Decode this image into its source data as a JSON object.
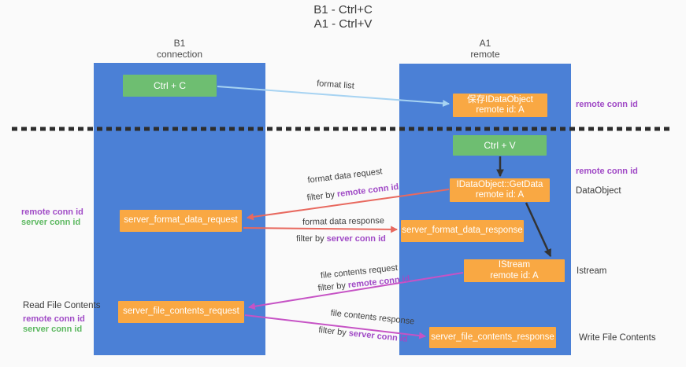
{
  "title": {
    "line1": "B1 - Ctrl+C",
    "line2": "A1 - Ctrl+V"
  },
  "lanes": {
    "left": {
      "name": "B1",
      "role": "connection"
    },
    "right": {
      "name": "A1",
      "role": "remote"
    }
  },
  "nodes": {
    "ctrl_c": {
      "label": "Ctrl + C"
    },
    "save_idataobject": {
      "line1": "保存IDataObject",
      "line2": "remote id: A"
    },
    "ctrl_v": {
      "label": "Ctrl + V"
    },
    "getdata": {
      "line1": "IDataObject::GetData",
      "line2": "remote id: A"
    },
    "server_format_data_request": {
      "label": "server_format_data_request"
    },
    "server_format_data_response": {
      "label": "server_format_data_response"
    },
    "istream": {
      "line1": "IStream",
      "line2": "remote id: A"
    },
    "server_file_contents_request": {
      "label": "server_file_contents_request"
    },
    "server_file_contents_response": {
      "label": "server_file_contents_response"
    }
  },
  "edge_labels": {
    "format_list": "format list",
    "format_data_request": "format data request",
    "format_data_response": "format data response",
    "file_contents_request": "file contents request",
    "file_contents_response": "file contents response",
    "filter_by": "filter by ",
    "remote_key": "remote conn id",
    "server_key": "server conn id"
  },
  "side_labels": {
    "left_mid": {
      "remote": "remote conn id",
      "server": "server conn id"
    },
    "left_bottom": {
      "title": "Read File Contents",
      "remote": "remote conn id",
      "server": "server conn id"
    },
    "right_top": "remote conn id",
    "right_mid": "remote conn id",
    "right_dataobject": "DataObject",
    "right_istream": "Istream",
    "right_write": "Write File Contents"
  },
  "colors": {
    "bg": "#fafafa",
    "lane_blue": "#4b80d6",
    "node_orange": "#f9a843",
    "node_green": "#6ebe71",
    "arrow_blue": "#a7d3f2",
    "arrow_red": "#e8695f",
    "arrow_magenta": "#c653c5",
    "arrow_black": "#333333",
    "dash_black": "#2d2d2d",
    "text_dark": "#3d3d3d",
    "purple_text": "#a04ac6",
    "green_text": "#5cb860"
  }
}
